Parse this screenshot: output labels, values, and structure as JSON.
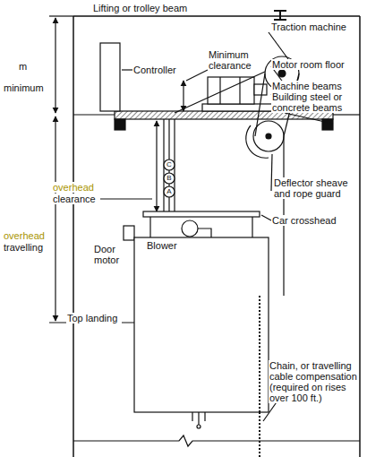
{
  "diagram": {
    "labels": [
      "Lifting or trolley beam",
      "m",
      "minimum",
      "Controller",
      "Minimum clearance",
      "Traction machine",
      "Motor room floor",
      "Machine beams",
      "Building steel or concrete beams",
      "overhead",
      "clearance",
      "Deflector sheave and rope guard",
      "C",
      "B",
      "A",
      "Car crosshead",
      "Blower",
      "Door motor",
      "overhead",
      "travelling",
      "Top landing",
      "Chain, or travelling cable compensation (required on rises over 100 ft.)"
    ]
  }
}
